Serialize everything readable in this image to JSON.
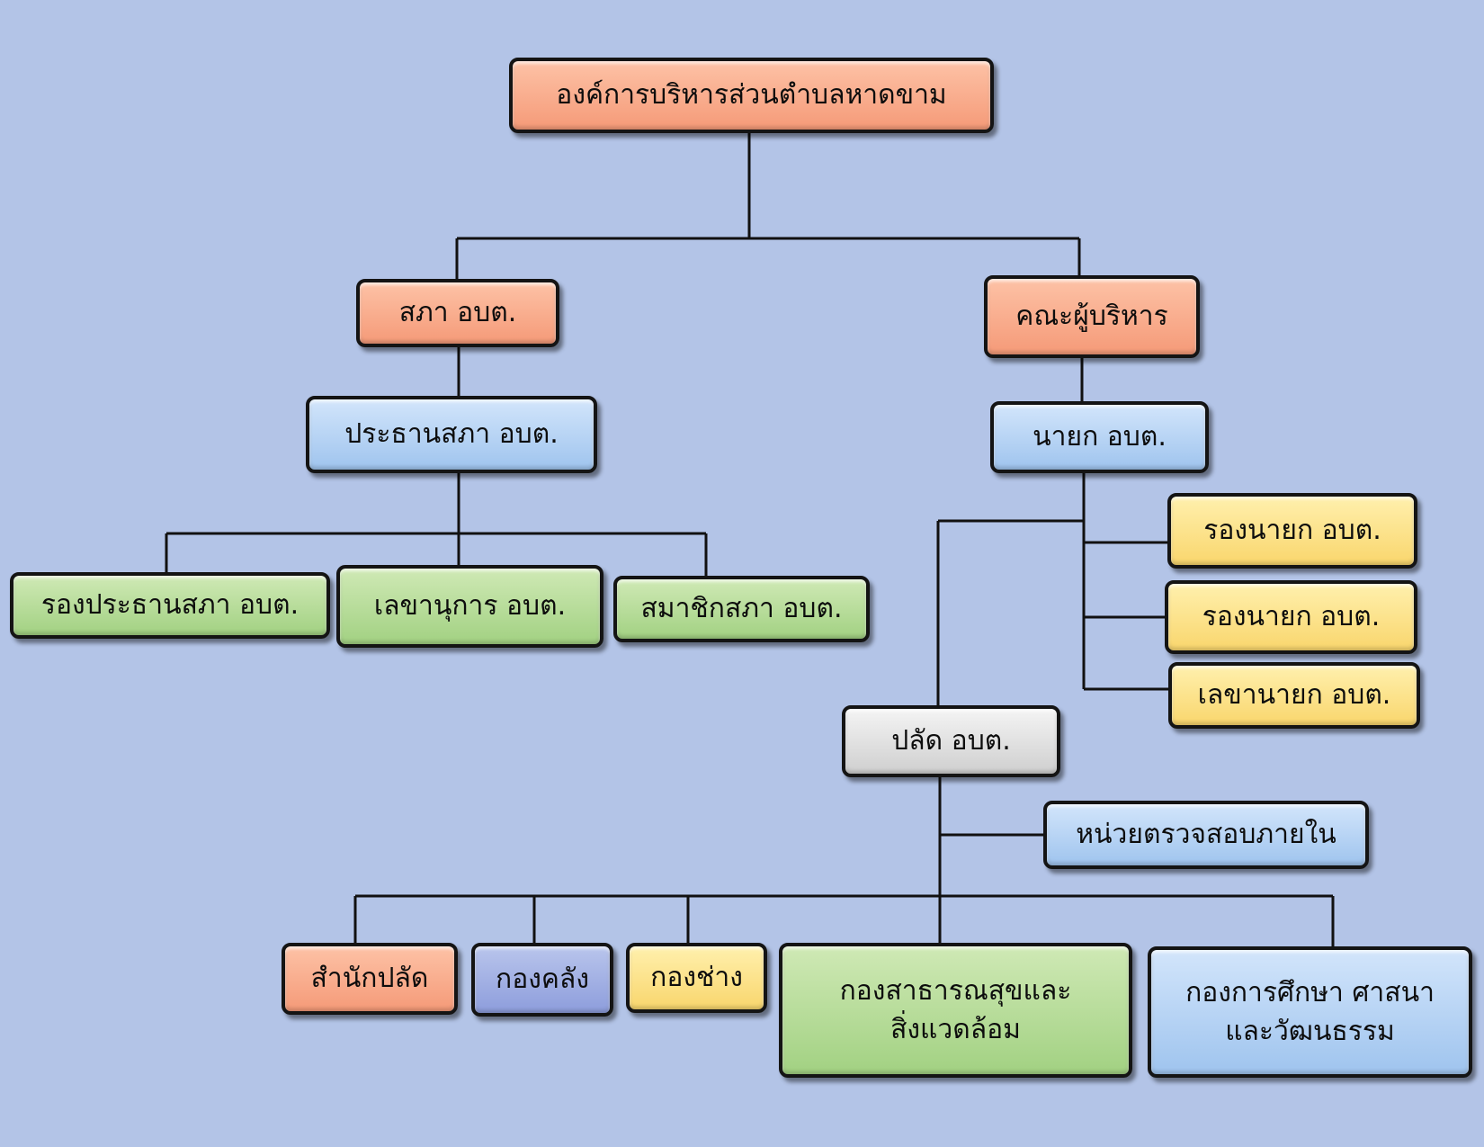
{
  "nodes": {
    "org": "องค์การบริหารส่วนตำบลหาดขาม",
    "council": "สภา อบต.",
    "executives": "คณะผู้บริหาร",
    "council_president": "ประธานสภา อบต.",
    "mayor": "นายก อบต.",
    "vice_president": "รองประธานสภา อบต.",
    "council_secretary": "เลขานุการ อบต.",
    "council_member": "สมาชิกสภา อบต.",
    "deputy_mayor_1": "รองนายก อบต.",
    "deputy_mayor_2": "รองนายก อบต.",
    "mayor_secretary": "เลขานายก อบต.",
    "chief_admin": "ปลัด อบต.",
    "internal_audit": "หน่วยตรวจสอบภายใน",
    "office_chief_admin": "สำนักปลัด",
    "finance": "กองคลัง",
    "engineering": "กองช่าง",
    "public_health_line1": "กองสาธารณสุขและ",
    "public_health_line2": "สิ่งแวดล้อม",
    "education_line1": "กองการศึกษา ศาสนา",
    "education_line2": "และวัฒนธรรม"
  },
  "colors": {
    "background": "#b3c4e7",
    "orange": "#f8ad8e",
    "blue": "#b6d3f4",
    "green": "#b7dd9a",
    "yellow": "#fbe08a",
    "gray": "#e0e0e0",
    "purple": "#a1afe2"
  }
}
